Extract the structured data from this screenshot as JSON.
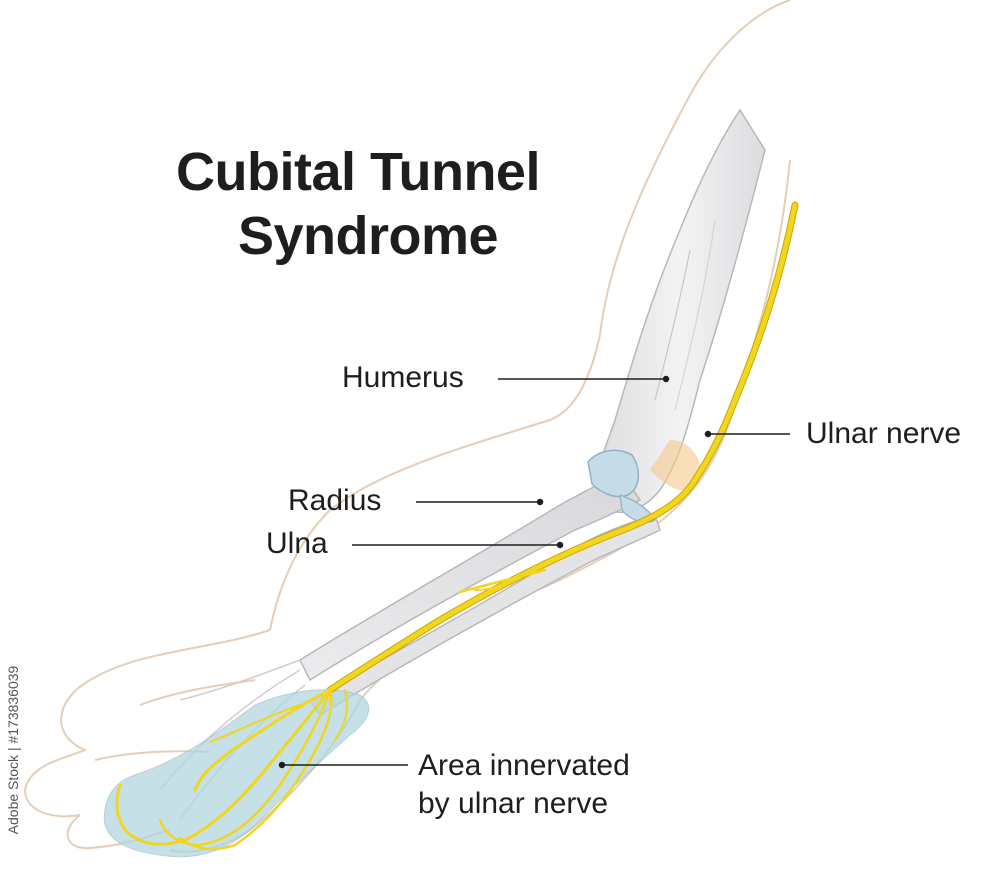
{
  "title": {
    "line1": "Cubital Tunnel",
    "line2": "Syndrome"
  },
  "labels": {
    "humerus": "Humerus",
    "ulnar_nerve": "Ulnar nerve",
    "radius": "Radius",
    "ulna": "Ulna",
    "area_line1": "Area innervated",
    "area_line2": "by ulnar nerve"
  },
  "stock_id": "Adobe Stock | #173836039",
  "colors": {
    "nerve": "#f2d51f",
    "nerve_outline": "#c9a800",
    "bone": "#e9e9ea",
    "bone_outline": "#b8b8bc",
    "skin_outline": "#e6cdb6",
    "cartilage": "#c6dbe8",
    "innervated_area": "#b3d6df",
    "text": "#1e1e1e"
  }
}
